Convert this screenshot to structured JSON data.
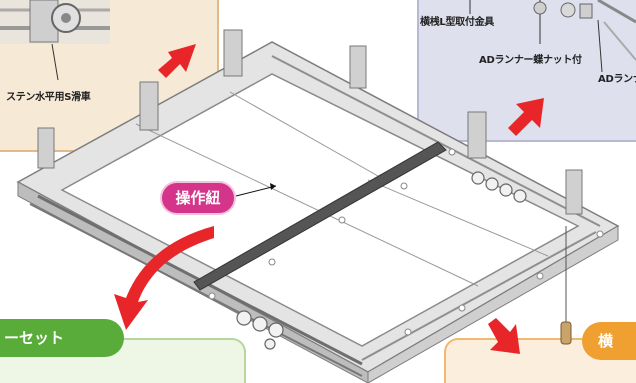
{
  "labels": {
    "left_top_caption": "ステン水平用S滑車",
    "right_top_caption_1": "横桟L型取付金具",
    "right_top_caption_2": "ADランナー蝶ナット付",
    "right_top_caption_3": "ADランナ",
    "operation_cord": "操作紐",
    "green_tab": "ーセット",
    "orange_tab": "横"
  },
  "colors": {
    "frame": "#d8d8d8",
    "frame_edge": "#8a8a8a",
    "cord_bar": "#555555",
    "red_arrow": "#e8262a",
    "pink_badge": "#d4348a",
    "green_tab": "#5aac3a",
    "orange_tab": "#f0a030"
  }
}
